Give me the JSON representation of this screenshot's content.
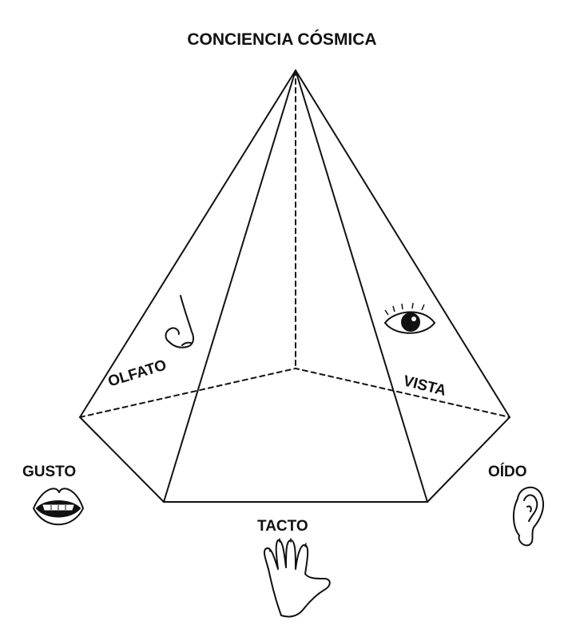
{
  "title": "CONCIENCIA CÓSMICA",
  "labels": {
    "olfato": "OLFATO",
    "vista": "VISTA",
    "gusto": "GUSTO",
    "oido": "OÍDO",
    "tacto": "TACTO"
  },
  "icons": {
    "nose": "nose-icon",
    "eye": "eye-icon",
    "mouth": "mouth-icon",
    "ear": "ear-icon",
    "hand": "hand-icon"
  },
  "colors": {
    "line": "#111111",
    "background": "#ffffff"
  }
}
